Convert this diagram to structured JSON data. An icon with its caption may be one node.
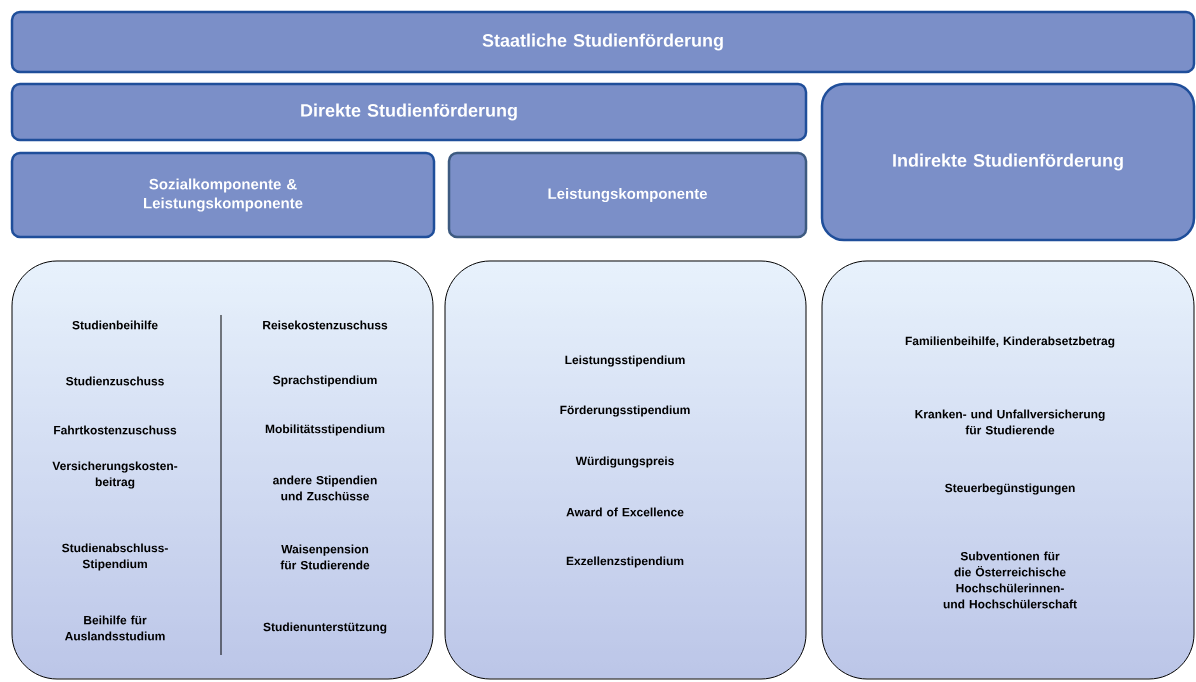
{
  "diagram": {
    "nodes": [
      {
        "text": [
          "Staatliche Studienförderung"
        ]
      },
      {
        "text": [
          "Direkte Studienförderung"
        ]
      },
      {
        "text": [
          "Sozialkomponente & Leistungskomponente"
        ]
      },
      {
        "text": [
          "Leistungskomponente"
        ]
      },
      {
        "text": [
          "Indirekte Studienförderung"
        ]
      },
      {
        "text": [
          "Studienbeihilfe",
          "Studienzuschuss",
          "Fahrtkostenzuschuss",
          "Versicherungskosten-beitrag",
          "Studienabschluss-Stipendium",
          "Beihilfe für Auslandsstudium",
          "Reisekostenzuschuss",
          "Sprachstipendium",
          "Mobilitätsstipendium",
          "andere Stipendien und Zuschüsse",
          "Waisenpension für Studierende",
          "Studienunterstützung"
        ]
      },
      {
        "text": [
          "Leistungsstipendium",
          "Förderungsstipendium",
          "Würdigungspreis",
          "Award of Excellence",
          "Exzellenzstipendium"
        ]
      },
      {
        "text": [
          "Familienbeihilfe, Kinderabsetzbetrag",
          "Kranken- und Unfallversicherung für Studierende",
          "Steuerbegünstigungen",
          "Subventionen für die Österreichische Hochschülerinnen- und Hochschülerschaft"
        ]
      }
    ]
  }
}
